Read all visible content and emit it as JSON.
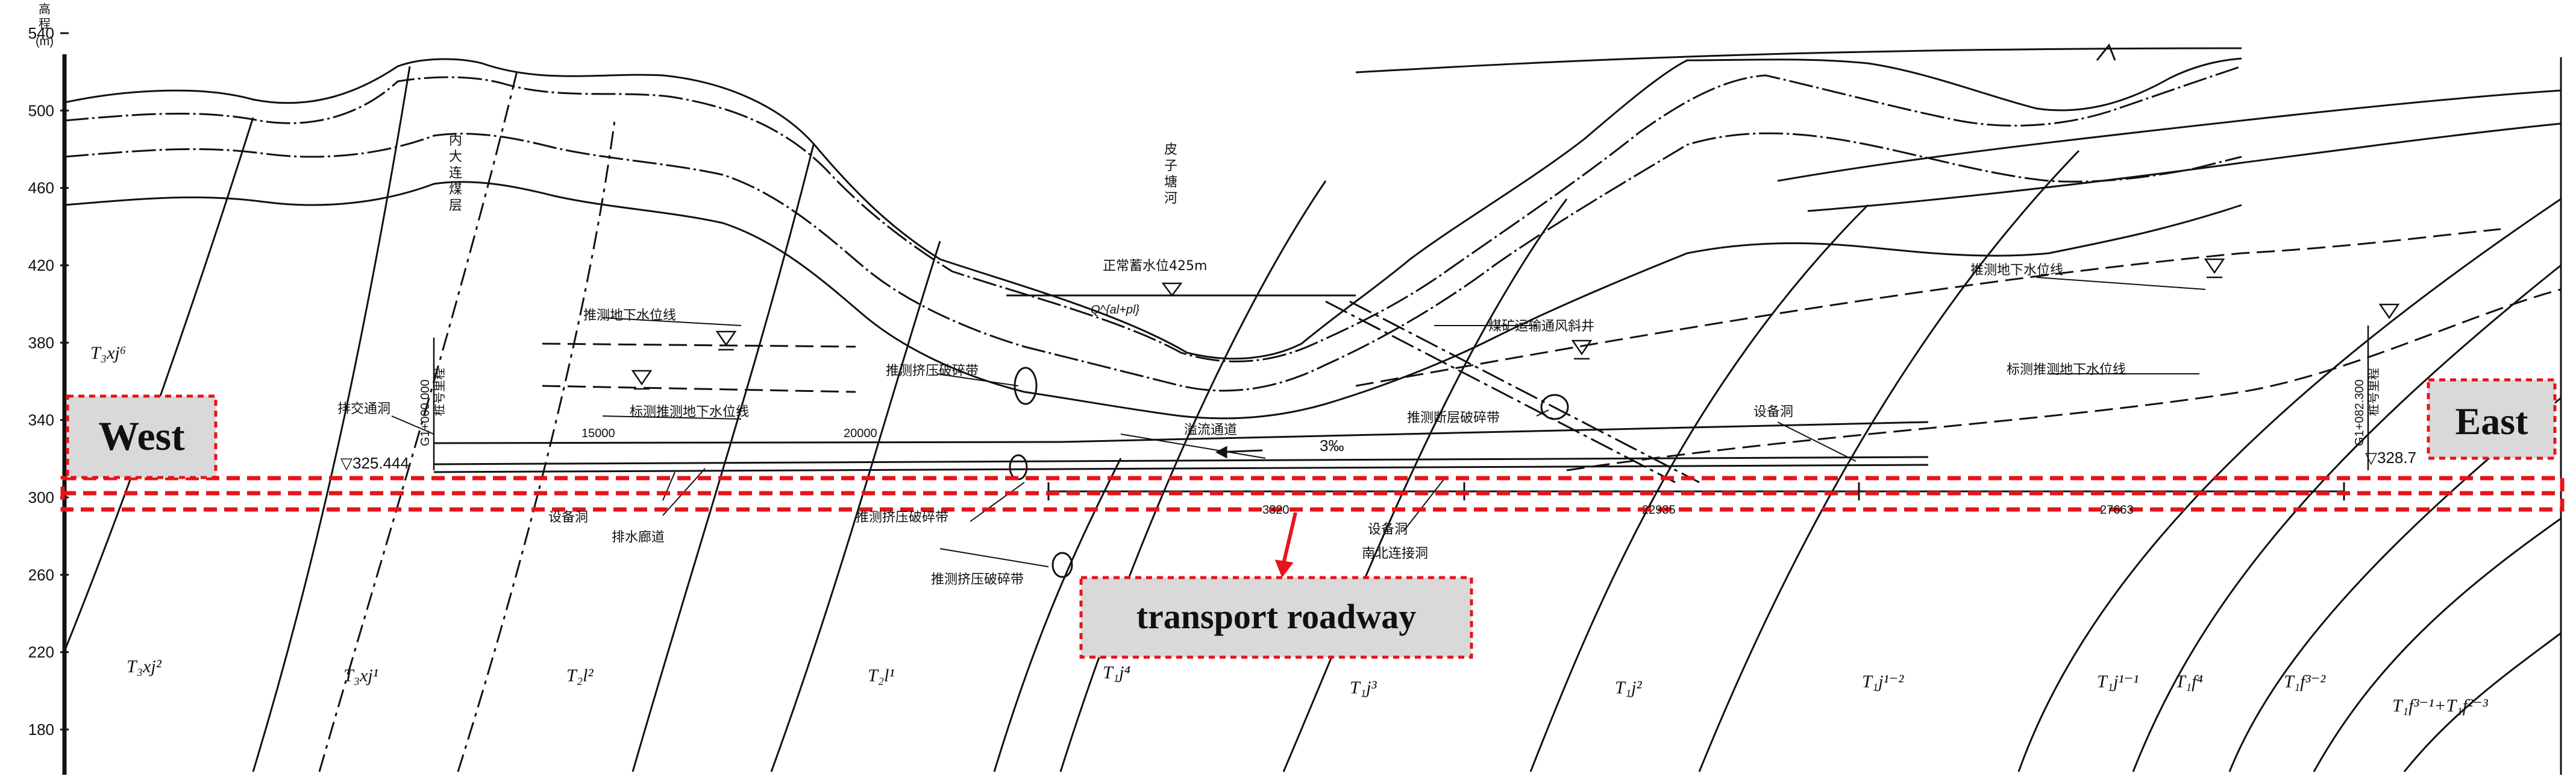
{
  "axis": {
    "title_chars": [
      "高",
      "程"
    ],
    "unit": "(m)",
    "ticks": [
      "540",
      "500",
      "460",
      "420",
      "380",
      "340",
      "300",
      "260",
      "220",
      "180"
    ]
  },
  "direction_labels": {
    "west": "West",
    "east": "East"
  },
  "callout": {
    "label": "transport roadway"
  },
  "strata": [
    "T₃xj⁶",
    "T₃xj²",
    "T₃xj¹",
    "T₂l²",
    "T₂l¹",
    "T₁j⁴",
    "T₁j³",
    "T₁j²",
    "T₁j¹⁻²",
    "T₁j¹⁻¹",
    "T₁f⁴",
    "T₁f³⁻²",
    "T₁f³⁻¹+T₁f²⁻³"
  ],
  "river": {
    "name_vertical": "皮子塘河",
    "water_level": "正常蓄水位425m"
  },
  "quaternary": "Q^{al+pl}",
  "chainages": {
    "left": "G1+000.000",
    "right": "G1+082.300"
  },
  "elevations": {
    "left": "▽325.444",
    "right": "▽328.7"
  },
  "slope": "3‰",
  "spans": [
    "15000",
    "20000",
    "3320",
    "22935",
    "27663"
  ],
  "notes": {
    "groundwater_1": "推测地下水位线",
    "groundwater_2": "标测推测地下水位线",
    "groundwater_3": "推测地下水位线",
    "groundwater_4": "标测推测地下水位线",
    "fracture_1": "推测挤压破碎带",
    "fracture_2": "推测挤压破碎带",
    "fracture_3": "推测挤压破碎带",
    "fracture_4": "推测断层破碎带",
    "mine_shaft": "煤矿运输通风斜井",
    "junction": "排交通洞",
    "equipment_1": "设备洞",
    "equipment_2": "设备洞",
    "equipment_3": "设备洞",
    "overflow": "溢流通道",
    "drain": "排水廊道",
    "south_north": "南北连接洞",
    "seam_vertical": "内大连煤层",
    "chain_note_left": "桩号里程",
    "chain_note_right": "桩号里程"
  },
  "colors": {
    "highlight": "#e8131b",
    "label_bg": "#d9d9d9",
    "line": "#1a1a1a"
  }
}
